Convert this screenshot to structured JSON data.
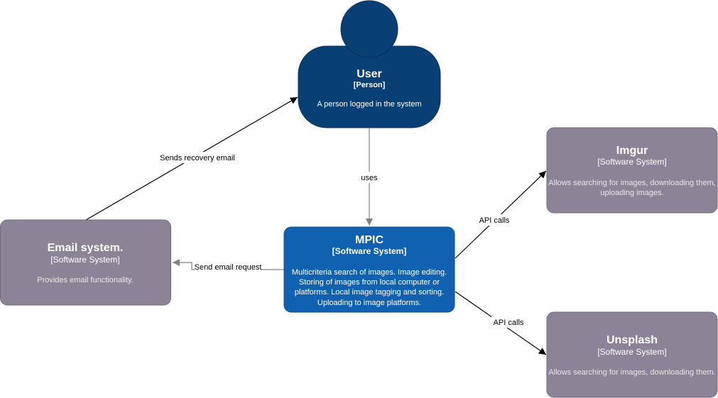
{
  "nodes": {
    "user": {
      "title": "User",
      "type": "[Person]",
      "description": "A person logged in the system",
      "color": "#083F75"
    },
    "mpic": {
      "title": "MPIC",
      "type": "[Software System]",
      "description_lines": [
        "Multicriteria search of images. Image editing.",
        "Storing of images from local computer or",
        "platforms. Local image tagging and sorting.",
        "Uploading to image platforms."
      ],
      "color": "#1061B0"
    },
    "email": {
      "title": "Email system.",
      "type": "[Software System]",
      "description": "Provides email functionality.",
      "color": "#8C8496"
    },
    "imgur": {
      "title": "Imgur",
      "type": "[Software System]",
      "description_lines": [
        "Allows searching for images, downloading them,",
        "uploading images."
      ],
      "color": "#8C8496"
    },
    "unsplash": {
      "title": "Unsplash",
      "type": "[Software System]",
      "description": "Allows searching for images, downloading them.",
      "color": "#8C8496"
    }
  },
  "edges": {
    "uses": "uses",
    "send_email_request": "Send email request",
    "sends_recovery_email": "Sends recovery email",
    "api_calls_imgur": "API calls",
    "api_calls_unsplash": "API calls"
  },
  "colors": {
    "person": "#083F75",
    "person_border": "#06315C",
    "system": "#1061B0",
    "system_border": "#0D4E8D",
    "external": "#8C8496",
    "external_border": "#736782",
    "external_desc": "#E6E6E6",
    "connector_gray": "#828282",
    "connector_dark": "#000000"
  }
}
